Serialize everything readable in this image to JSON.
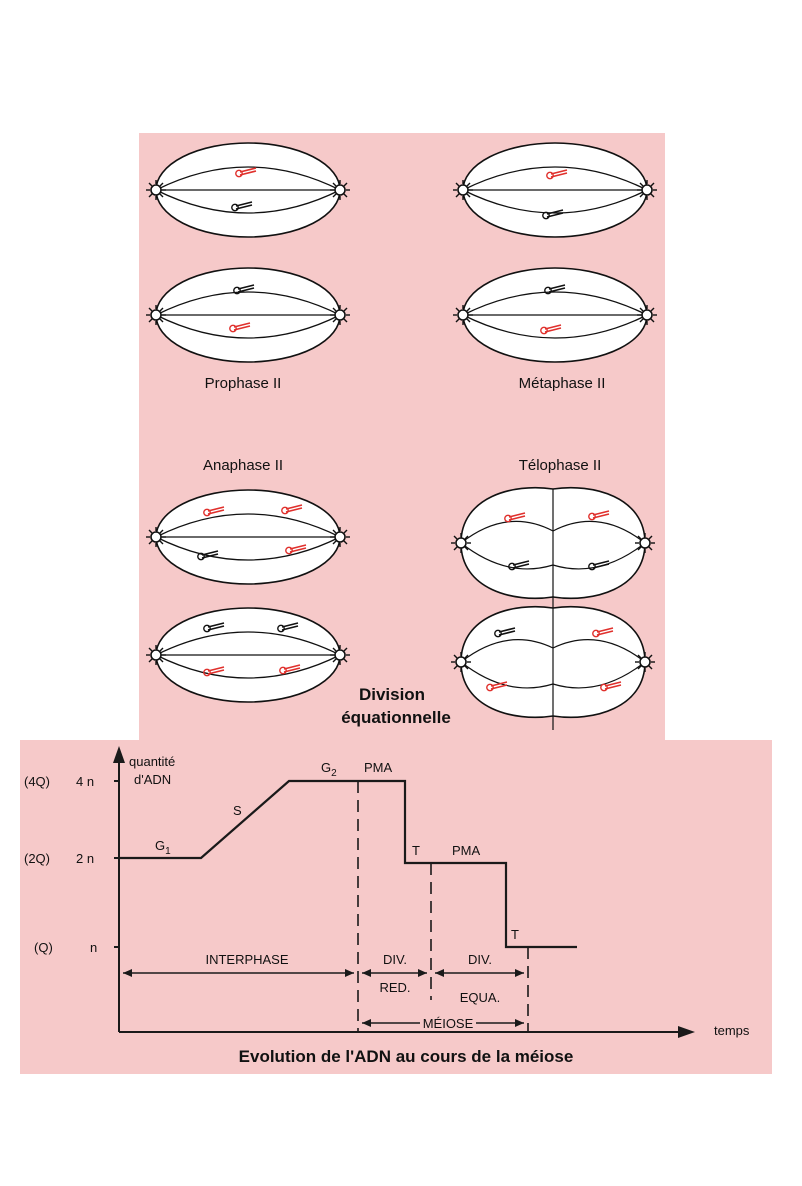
{
  "top": {
    "labels": {
      "prophase": "Prophase II",
      "metaphase": "Métaphase II",
      "anaphase": "Anaphase II",
      "telophase": "Télophase II"
    },
    "division_title": [
      "Division",
      "équationnelle"
    ]
  },
  "graph": {
    "y_axis_label": [
      "quantité",
      "d'ADN"
    ],
    "y_ticks": [
      {
        "left": "(4Q)",
        "right": "4 n"
      },
      {
        "left": "(2Q)",
        "right": "2 n"
      },
      {
        "left": "(Q)",
        "right": "n"
      }
    ],
    "x_axis_label": "temps",
    "phases": {
      "g1": "G",
      "g1_sub": "1",
      "s": "S",
      "g2": "G",
      "g2_sub": "2",
      "pma1": "PMA",
      "t1": "T",
      "pma2": "PMA",
      "t2": "T"
    },
    "spans": {
      "interphase": "INTERPHASE",
      "div_red_top": "DIV.",
      "div_red_bottom": "RED.",
      "div_equa_top": "DIV.",
      "div_equa_bottom": "EQUA.",
      "meiose": "MÉIOSE"
    },
    "title": "Evolution de l'ADN au cours de la méiose",
    "colors": {
      "accent": "#e0302c",
      "line": "#1a1a1a",
      "background": "#f6c9c9"
    }
  }
}
